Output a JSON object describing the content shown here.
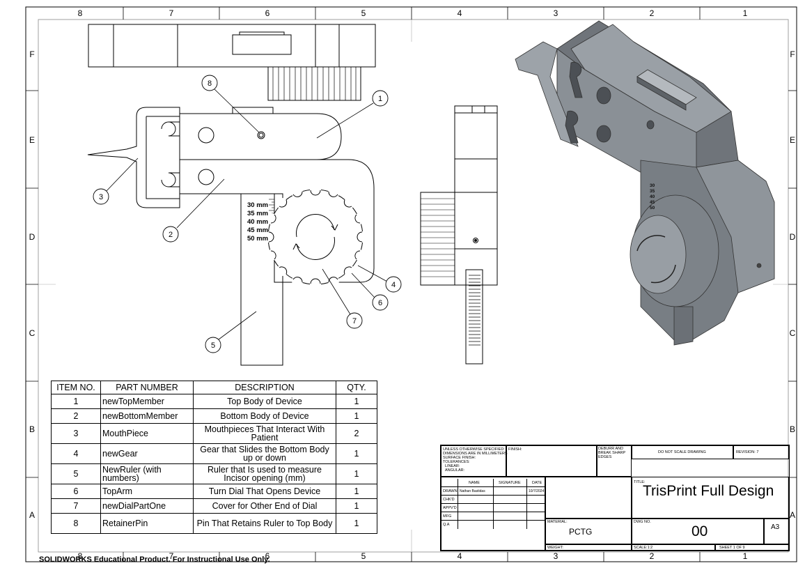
{
  "border": {
    "cols_top": [
      "8",
      "7",
      "6",
      "5",
      "4",
      "3",
      "2",
      "1"
    ],
    "cols_bottom": [
      "8",
      "7",
      "6",
      "5",
      "4",
      "3",
      "2",
      "1"
    ],
    "rows_left": [
      "F",
      "E",
      "D",
      "C",
      "B",
      "A"
    ],
    "rows_right": [
      "F",
      "E",
      "D",
      "C",
      "B",
      "A"
    ]
  },
  "balloons": [
    "1",
    "2",
    "3",
    "4",
    "5",
    "6",
    "7",
    "8"
  ],
  "ruler_marks": [
    "30 mm",
    "35 mm",
    "40 mm",
    "45 mm",
    "50 mm"
  ],
  "iso_ruler_marks": [
    "30",
    "35",
    "40",
    "45",
    "50"
  ],
  "bom": {
    "headers": [
      "ITEM NO.",
      "PART NUMBER",
      "DESCRIPTION",
      "QTY."
    ],
    "rows": [
      {
        "item": "1",
        "part": "newTopMember",
        "desc": "Top Body of Device",
        "qty": "1"
      },
      {
        "item": "2",
        "part": "newBottomMember",
        "desc": "Bottom Body of Device",
        "qty": "1"
      },
      {
        "item": "3",
        "part": "MouthPiece",
        "desc": "Mouthpieces That Interact With Patient",
        "qty": "2"
      },
      {
        "item": "4",
        "part": "newGear",
        "desc": "Gear that Slides the Bottom Body up or down",
        "qty": "1"
      },
      {
        "item": "5",
        "part": "NewRuler (with numbers)",
        "desc": "Ruler that Is used to measure Incisor opening (mm)",
        "qty": "1"
      },
      {
        "item": "6",
        "part": "TopArm",
        "desc": "Turn Dial That Opens Device",
        "qty": "1"
      },
      {
        "item": "7",
        "part": "newDialPartOne",
        "desc": "Cover for Other End of Dial",
        "qty": "1"
      },
      {
        "item": "8",
        "part": "RetainerPin",
        "desc": "Pin That Retains Ruler to Top Body",
        "qty": "1"
      }
    ]
  },
  "title_block": {
    "unless": "UNLESS OTHERWISE SPECIFIED:",
    "dims": "DIMENSIONS ARE IN MILLIMETERS",
    "surface": "SURFACE FINISH:",
    "tolerances": "TOLERANCES:",
    "linear": "LINEAR:",
    "angular": "ANGULAR:",
    "finish": "FINISH:",
    "deburr": "DEBURR AND BREAK SHARP EDGES",
    "do_not_scale": "DO NOT SCALE DRAWING",
    "revision": "REVISION: 7",
    "name_hdr": "NAME",
    "sig_hdr": "SIGNATURE",
    "date_hdr": "DATE",
    "drawn": "DRAWN",
    "drawn_name": "Nathan Bastidas",
    "drawn_date": "10/7/2024",
    "chkd": "CHK'D",
    "apprvd": "APPV'D",
    "mfg": "MFG",
    "qa": "Q.A",
    "title_lbl": "TITLE:",
    "title": "TrisPrint Full Design",
    "material_lbl": "MATERIAL:",
    "material": "PCTG",
    "dwg_lbl": "DWG NO.",
    "dwg_no": "00",
    "size": "A3",
    "weight_lbl": "WEIGHT:",
    "scale": "SCALE:1:2",
    "sheet": "SHEET 1 OF 9"
  },
  "footer": "SOLIDWORKS Educational Product. For Instructional Use Only."
}
